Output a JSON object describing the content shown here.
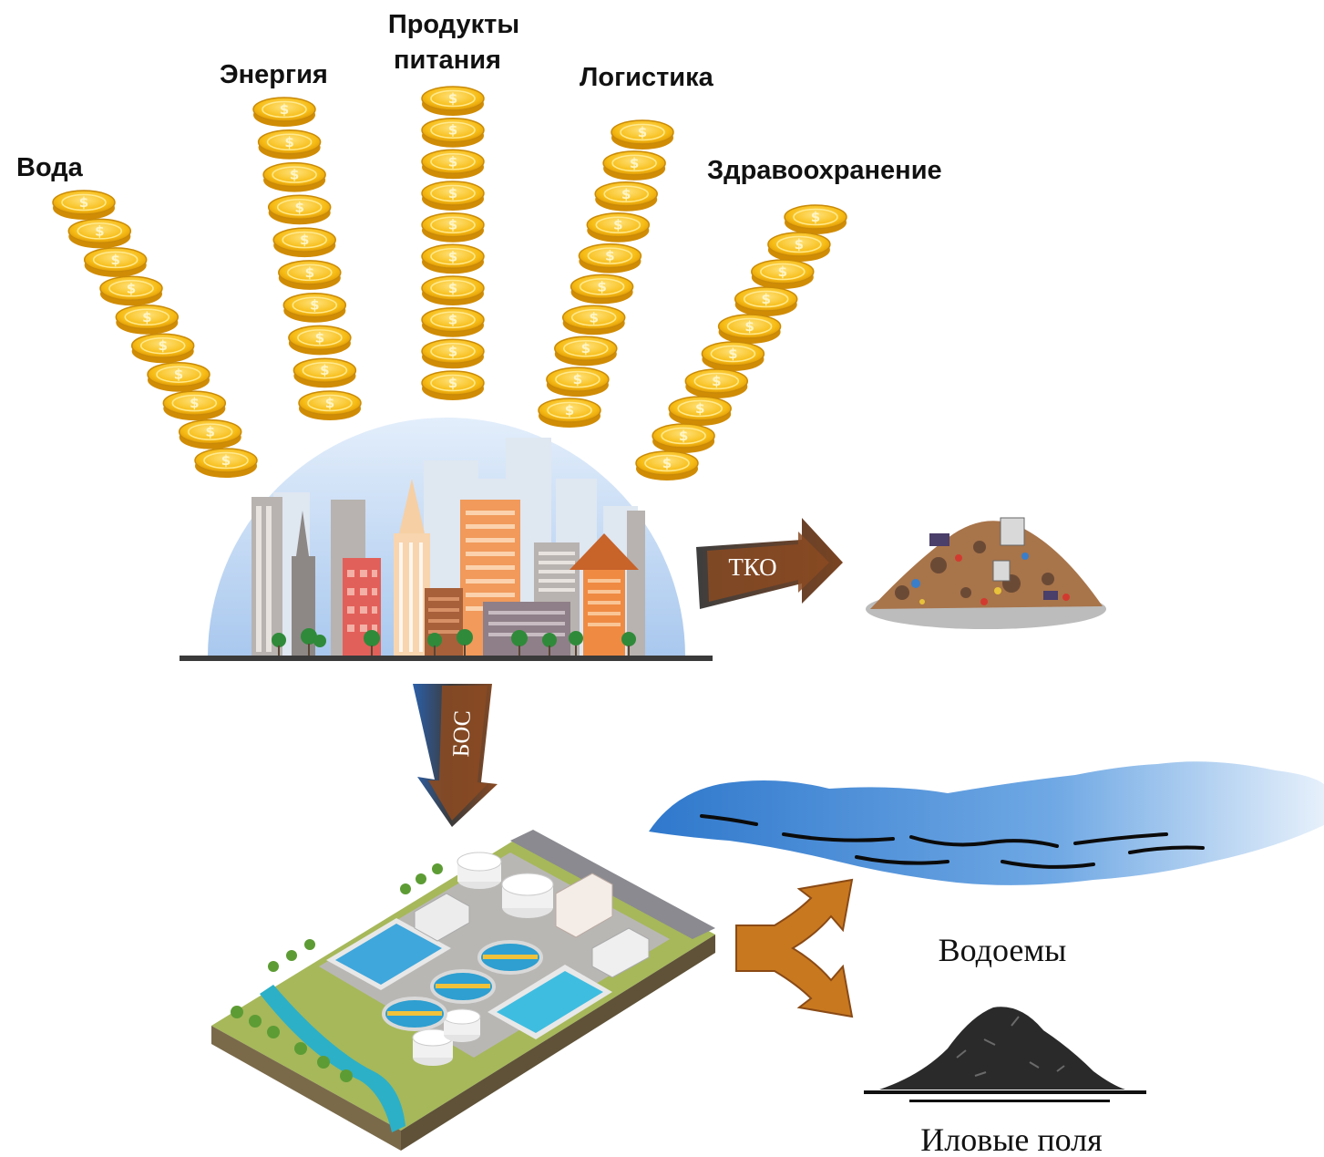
{
  "categories": [
    {
      "id": "water",
      "label": "Вода",
      "coins": 10
    },
    {
      "id": "energy",
      "label": "Энергия",
      "coins": 10
    },
    {
      "id": "food",
      "label_line1": "Продукты",
      "label_line2": "питания",
      "coins": 10
    },
    {
      "id": "logistics",
      "label": "Логистика",
      "coins": 10
    },
    {
      "id": "healthcare",
      "label": "Здравоохранение",
      "coins": 10
    }
  ],
  "arrows": {
    "msw": "ТКО",
    "wwtp": "БОС"
  },
  "outputs": {
    "water_bodies": "Водоемы",
    "sludge_fields": "Иловые поля"
  },
  "icons": {
    "coin": "dollar-coin-icon",
    "city": "city-dome-icon",
    "landfill": "garbage-pile-icon",
    "treatment_plant": "wastewater-treatment-plant-icon",
    "water": "water-body-icon",
    "sludge": "sludge-pile-icon"
  },
  "colors": {
    "coin_gold": "#f5b50f",
    "coin_light": "#ffd84a",
    "arrow_brown": "#8a4a22",
    "arrow_dark": "#3a3a3a",
    "arrow_blue": "#2b5fa8",
    "split_arrow": "#c8781f",
    "dome_blue": "#b9d3f0",
    "water_blue": "#4f8fd6"
  }
}
